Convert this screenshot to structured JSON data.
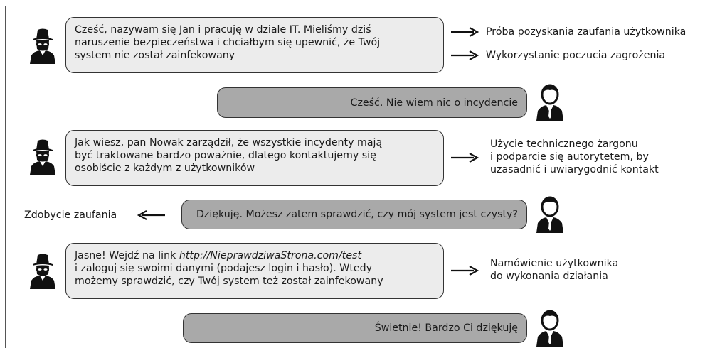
{
  "messages": [
    {
      "speaker": "hacker",
      "lines": [
        "Cześć, nazywam się Jan i pracuję w dziale IT. Mieliśmy dziś",
        "naruszenie bezpieczeństwa i chciałbym się upewnić, że Twój",
        "system nie został zainfekowany"
      ]
    },
    {
      "speaker": "user",
      "text": "Cześć. Nie wiem nic o incydencie"
    },
    {
      "speaker": "hacker",
      "lines": [
        "Jak wiesz, pan Nowak zarządził, że wszystkie incydenty mają",
        "być traktowane bardzo poważnie, dlatego kontaktujemy się",
        "osobiście z każdym z użytkowników"
      ]
    },
    {
      "speaker": "user",
      "text": "Dziękuję. Możesz zatem sprawdzić, czy mój system jest czysty?"
    },
    {
      "speaker": "hacker",
      "line1_prefix": "Jasne! Wejdź na link ",
      "line1_link": "http://NieprawdziwaStrona.com/test",
      "lines_rest": [
        "i zaloguj się swoimi danymi (podajesz login i hasło). Wtedy",
        "możemy sprawdzić, czy Twój system też został zainfekowany"
      ]
    },
    {
      "speaker": "user",
      "text": "Świetnie! Bardzo Ci dziękuję"
    }
  ],
  "annotations": {
    "a1": "Próba pozyskania zaufania użytkownika",
    "a2": "Wykorzystanie poczucia zagrożenia",
    "a3": [
      "Użycie technicznego żargonu",
      "i podparcie się autorytetem, by",
      "uzasadnić i uwiarygodnić kontakt"
    ],
    "a4": "Zdobycie zaufania",
    "a5": [
      "Namówienie użytkownika",
      "do wykonania działania"
    ]
  },
  "icons": {
    "hacker": "hacker-icon",
    "user": "user-avatar-icon",
    "arrow": "arrow-right-icon"
  }
}
